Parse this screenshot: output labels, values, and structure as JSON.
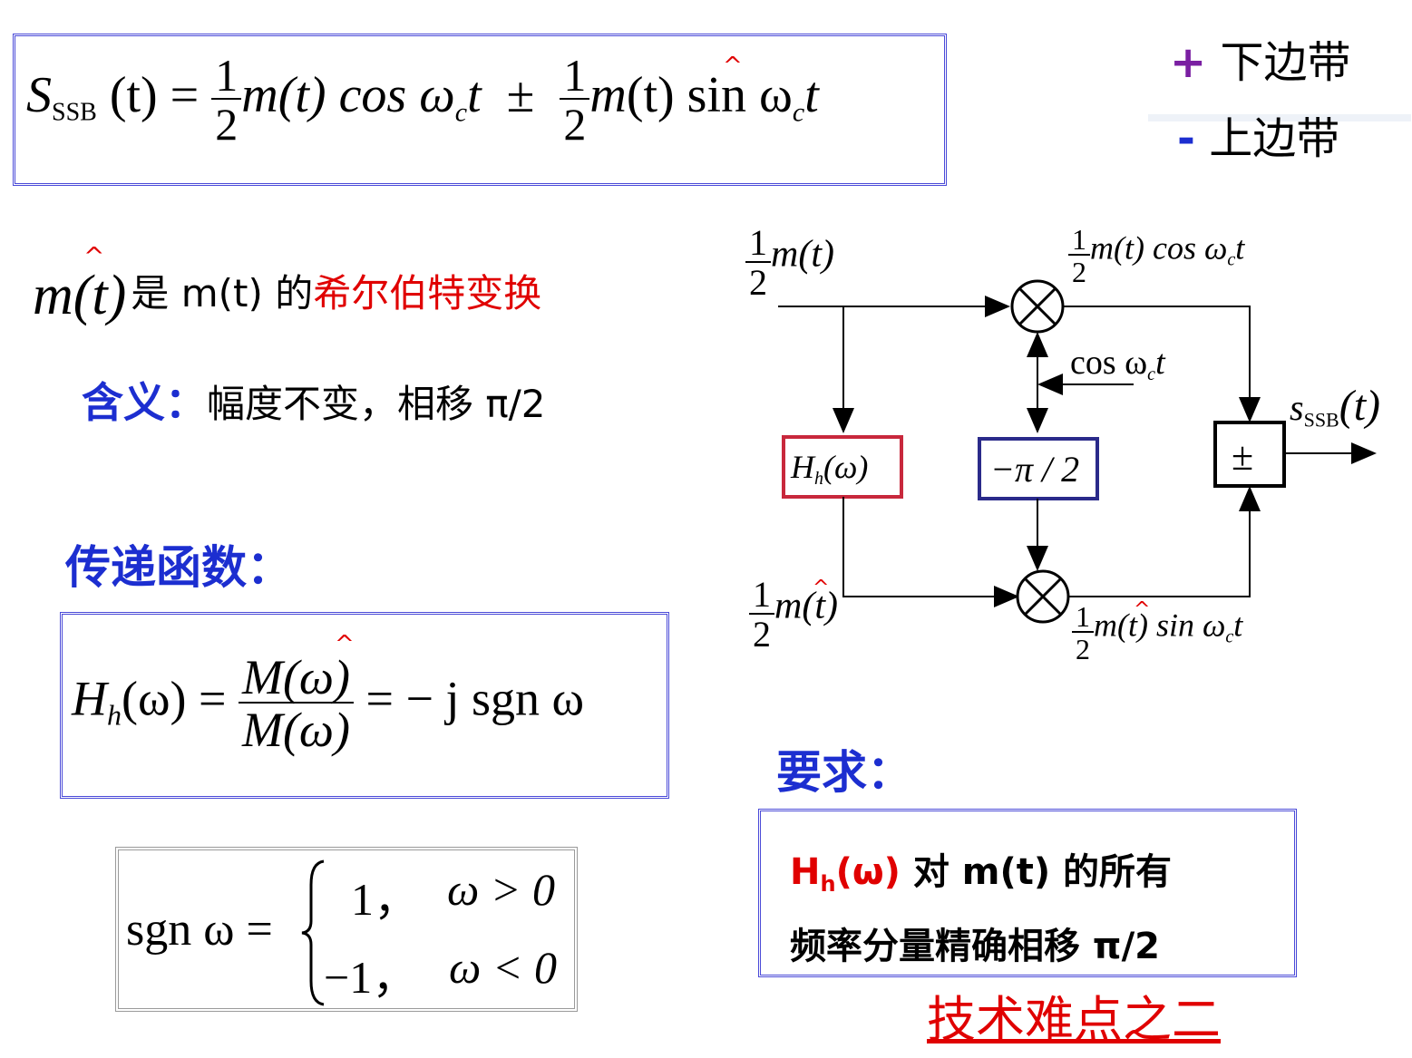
{
  "formula_ssb": {
    "lhs_S": "S",
    "lhs_sub": "SSB",
    "lhs_arg": "(t) =",
    "half_num": "1",
    "half_den": "2",
    "term1": "m(t) cos ω",
    "term1_sub": "c",
    "term1_end": "t",
    "pm": "±",
    "term2_m": "m",
    "term2_rest": "(t) sin ω",
    "term2_sub": "c",
    "term2_end": "t",
    "hat": "^"
  },
  "legend": {
    "plus_sign": "+",
    "plus_label": "下边带",
    "minus_sign": "-",
    "minus_label": "上边带"
  },
  "hilbert": {
    "m_expr": "m(t)",
    "hat": "^",
    "text_prefix": "是 m(t) 的",
    "text_red": "希尔伯特变换"
  },
  "meaning": {
    "label": "含义：",
    "text": "幅度不变，相移 π/2"
  },
  "transfer": {
    "label": "传递函数："
  },
  "formula_h": {
    "lhs": "H",
    "lhs_sub": "h",
    "lhs_arg": "(ω) =",
    "num": "M(ω)",
    "den": "M(ω)",
    "hat": "^",
    "rhs": "= − j sgn ω"
  },
  "formula_sgn": {
    "lhs": "sgn ω =",
    "case1_val": "1，",
    "case1_cond": "ω > 0",
    "case2_val": "−1，",
    "case2_cond": "ω < 0"
  },
  "diagram": {
    "in_top_num": "1",
    "in_top_den": "2",
    "in_top_expr": "m(t)",
    "top_out_num": "1",
    "top_out_den": "2",
    "top_out_expr": "m(t) cos ω",
    "top_out_sub": "c",
    "top_out_end": "t",
    "carrier": "cos ω",
    "carrier_sub": "c",
    "carrier_end": "t",
    "hh_block": "H",
    "hh_sub": "h",
    "hh_arg": "(ω)",
    "phase_block": "−π / 2",
    "sum_block": "±",
    "out_s": "s",
    "out_sub": "SSB",
    "out_arg": "(t)",
    "bot_in_num": "1",
    "bot_in_den": "2",
    "bot_in_expr": "m(t)",
    "bot_out_num": "1",
    "bot_out_den": "2",
    "bot_out_expr": "m(t) sin ω",
    "bot_out_sub": "c",
    "bot_out_end": "t",
    "hat": "^",
    "multiply": "⊗"
  },
  "requirement": {
    "label": "要求：",
    "h_red": "H",
    "h_sub_red": "h",
    "h_arg_red": "(ω)",
    "line1_rest": "对 m(t) 的所有",
    "line2": "频率分量精确相移 π/2"
  },
  "footer_link": "技术难点之二",
  "colors": {
    "accent_blue": "#1c2ed0",
    "red": "#e00000",
    "purple": "#7a1fa2",
    "box_border": "#4a4ad8",
    "hh_border": "#c8283c",
    "phase_border": "#2a2a8a"
  }
}
